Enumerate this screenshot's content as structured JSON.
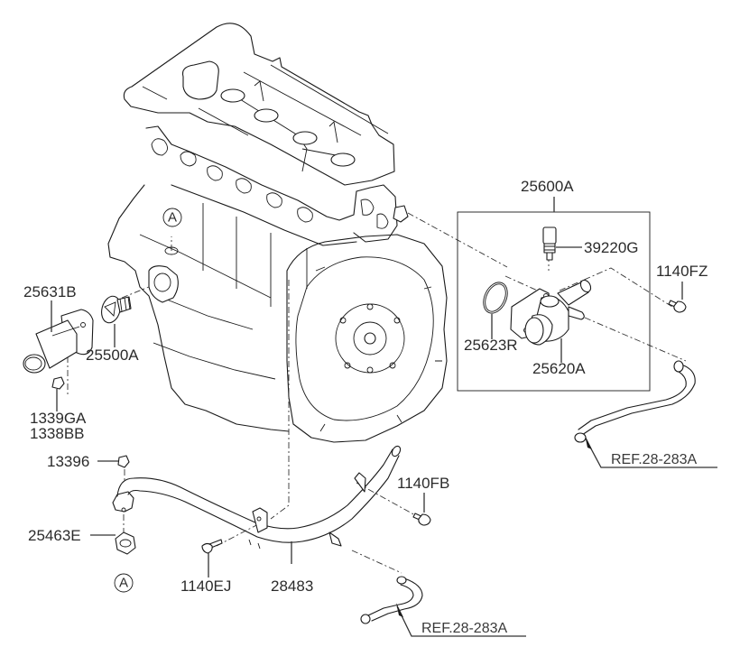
{
  "diagram": {
    "type": "exploded-parts-diagram",
    "subject": "Engine coolant pipe, thermostat and water outlet assembly",
    "colors": {
      "line": "#1a1a1a",
      "text": "#2b2b2b",
      "background": "#ffffff"
    },
    "labels": {
      "p25600A": "25600A",
      "p39220G": "39220G",
      "p1140FZ": "1140FZ",
      "p25623R": "25623R",
      "p25620A": "25620A",
      "p25631B": "25631B",
      "p25500A": "25500A",
      "p1339GA": "1339GA",
      "p1338BB": "1338BB",
      "p13396": "13396",
      "p1140FB": "1140FB",
      "p25463E": "25463E",
      "p1140EJ": "1140EJ",
      "p28483": "28483"
    },
    "references": {
      "upper": "REF.28-283A",
      "lower": "REF.28-283A"
    },
    "callouts": {
      "engine_point": "A",
      "gasket_point": "A"
    }
  }
}
